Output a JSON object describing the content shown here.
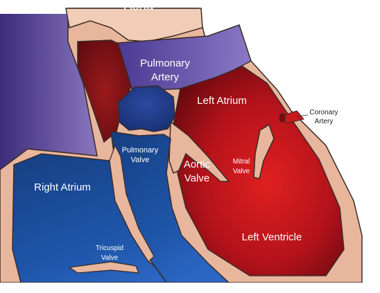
{
  "labels": {
    "aorta": "Aorta",
    "pulmonary_artery": [
      "Pulmonary",
      "Artery"
    ],
    "left_atrium": "Left Atrium",
    "coronary_artery": [
      "Coronary",
      "Artery"
    ],
    "pulmonary_valve": [
      "Pulmonary",
      "Valve"
    ],
    "aortic_valve": [
      "Aortic",
      "Valve"
    ],
    "mitral_valve": [
      "Mitral",
      "Valve"
    ],
    "right_atrium": "Right Atrium",
    "left_ventricle": "Left Ventricle",
    "tricuspid_valve": [
      "Tricuspid",
      "Valve"
    ]
  },
  "colors": {
    "tissue": "#e7b69d",
    "tissue_edge": "#3a2a26",
    "deoxygenated": "#1d56a6",
    "deoxygenated_dark": "#143c7c",
    "oxygenated": "#b51a1e",
    "oxygenated_dark": "#6e0a12",
    "pulmonary": "#4f3a8c",
    "pulmonary_light": "#7d6bb3"
  }
}
